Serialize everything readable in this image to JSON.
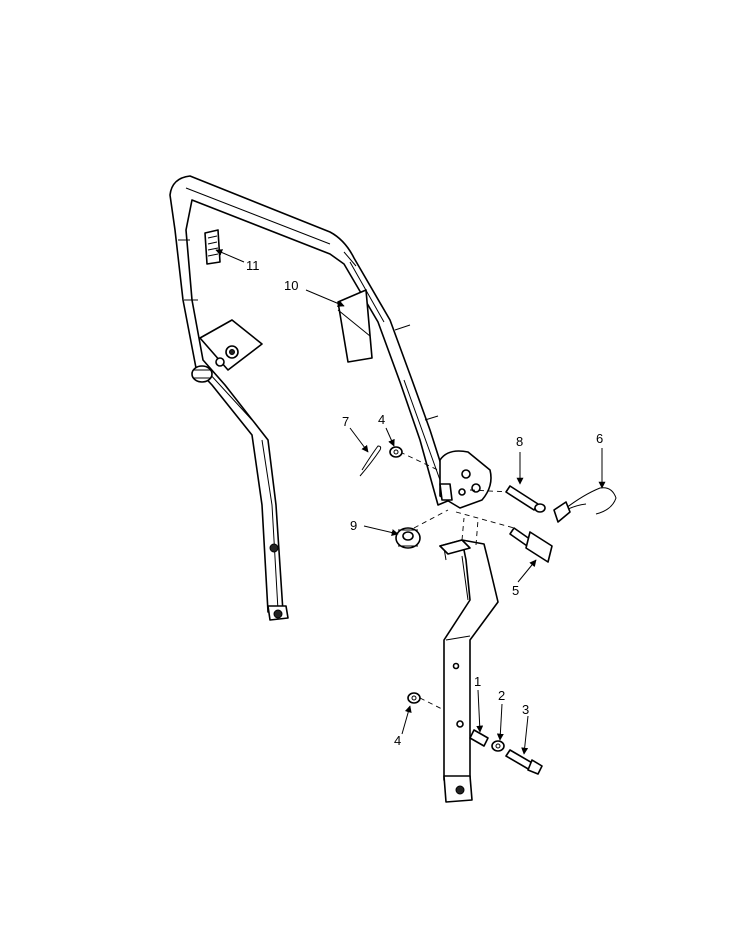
{
  "callouts": [
    {
      "id": "c1",
      "label": "1"
    },
    {
      "id": "c2",
      "label": "2"
    },
    {
      "id": "c3",
      "label": "3"
    },
    {
      "id": "c4a",
      "label": "4"
    },
    {
      "id": "c4b",
      "label": "4"
    },
    {
      "id": "c5",
      "label": "5"
    },
    {
      "id": "c6",
      "label": "6"
    },
    {
      "id": "c7",
      "label": "7"
    },
    {
      "id": "c8",
      "label": "8"
    },
    {
      "id": "c9",
      "label": "9"
    },
    {
      "id": "c10",
      "label": "10"
    },
    {
      "id": "c11",
      "label": "11"
    }
  ],
  "colors": {
    "line": "#000000",
    "background": "#ffffff"
  }
}
